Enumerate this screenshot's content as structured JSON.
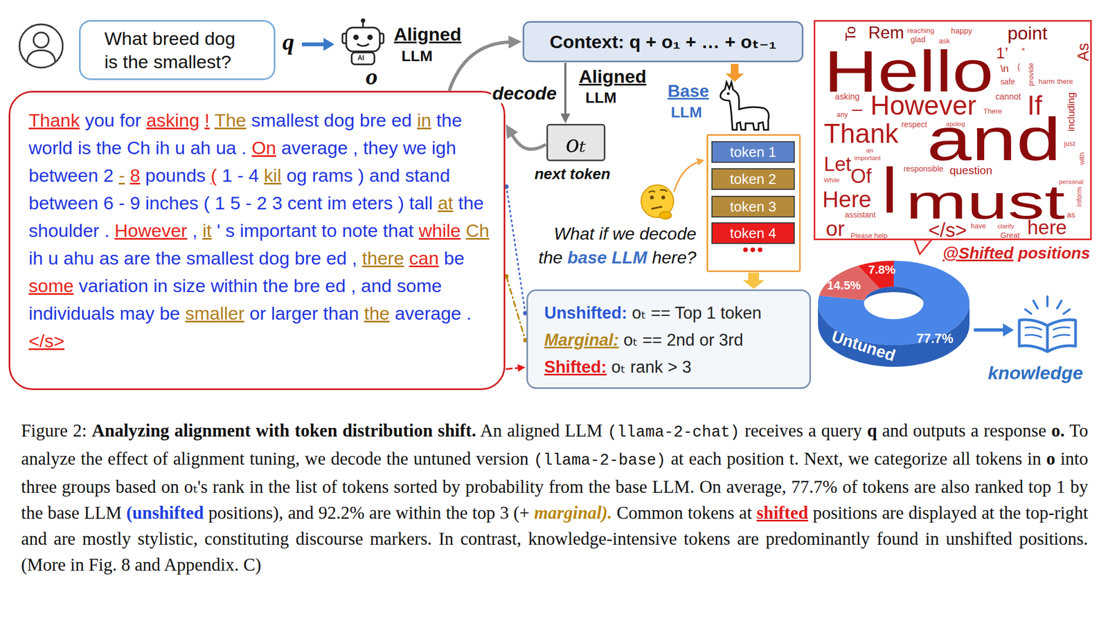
{
  "diagram": {
    "caption": "Figure 2: Analyzing alignment with token distribution shift. An aligned LLM (llama-2-chat) receives a query q and outputs a response o. To analyze the effect of alignment tuning, we decode the untuned version (llama-2-base) at each position t. Next, we categorize all tokens in o into three groups based on oₜ's rank in the list of tokens sorted by probability from the base LLM. On average, 77.7% of tokens are also ranked top 1 by the base LLM (unshifted positions), and 92.2% are within the top 3 (+ marginal). Common tokens at shifted positions are displayed at the top-right and are mostly stylistic, constituting discourse markers. In contrast, knowledge-intensive tokens are predominantly found in unshifted positions. (More in Fig. 8 and Appendix. C)",
    "nodes": [
      {
        "text": [
          "What breed dog is the smallest?"
        ]
      },
      {
        "text": [
          "Thank you for asking ! The smallest dog bre ed in the world is the Ch ih u ah ua . On average , they we igh between 2 - 8 pounds ( 1 - 4 kil og rams ) and stand between 6 - 9 inches ( 1 5 - 2 3 cent im eters ) tall at the shoulder . However , it ' s important to note that while Ch ih u ahu as are the smallest dog bre ed , there can be some variation in size within the bre ed , and some individuals may be smaller or larger than the average . </s>"
        ]
      },
      {
        "text": [
          "Context: q + o₁ + … + oₜ₋₁"
        ]
      },
      {
        "text": [
          "oₜ"
        ]
      },
      {
        "text": [
          "•••"
        ]
      },
      {
        "text": [
          "token 1"
        ],
        "in": 4
      },
      {
        "text": [
          "token 2"
        ],
        "in": 4
      },
      {
        "text": [
          "token 3"
        ],
        "in": 4
      },
      {
        "text": [
          "token 4"
        ],
        "in": 4
      },
      {
        "text": [
          "Unshifted: oₜ == Top 1 token",
          "Marginal: oₜ == 2nd or 3rd",
          "Shifted: oₜ rank > 3"
        ]
      },
      {
        "text": [
          "To",
          "Rem",
          "reaching",
          "happy",
          "glad",
          "ask",
          "point",
          "Hello",
          "1’",
          "*",
          "As",
          "(",
          "\\n",
          "safe",
          "provide",
          "harm",
          "there",
          "cannot",
          "asking",
          "–",
          "However",
          "If",
          "including",
          "There",
          "any",
          "respect",
          "apolog",
          "Thank",
          "and",
          "just",
          "with",
          "an",
          "important",
          "Let",
          "responsible",
          "question",
          "While",
          "Of",
          "I",
          "must",
          "personal",
          "inform",
          "as",
          "Here",
          "assistant",
          "or",
          "Please help",
          "</s>",
          "have",
          "clarify",
          "Great",
          "here",
          "@Shifted positions"
        ]
      }
    ],
    "edges": [
      {
        "from": 1,
        "to": 2,
        "arrow": "to"
      },
      {
        "from": 2,
        "to": 3,
        "arrow": "to",
        "label": "decode"
      },
      {
        "from": 3,
        "to": 1,
        "arrow": "to"
      },
      {
        "from": 4,
        "to": 9,
        "arrow": "to"
      },
      {
        "from": 1,
        "to": 9,
        "arrow": "none"
      },
      {
        "from": 1,
        "to": 9,
        "arrow": "none"
      },
      {
        "from": 1,
        "to": 9,
        "arrow": "to"
      }
    ],
    "labels": [
      "q",
      "Aligned",
      "LLM",
      "AI",
      "o",
      "Aligned",
      "LLM",
      "next token",
      "Base",
      "LLM",
      "What if we decode the base LLM here?",
      "7.8%",
      "14.5%",
      "Untuned",
      "77.7%",
      "knowledge"
    ]
  }
}
